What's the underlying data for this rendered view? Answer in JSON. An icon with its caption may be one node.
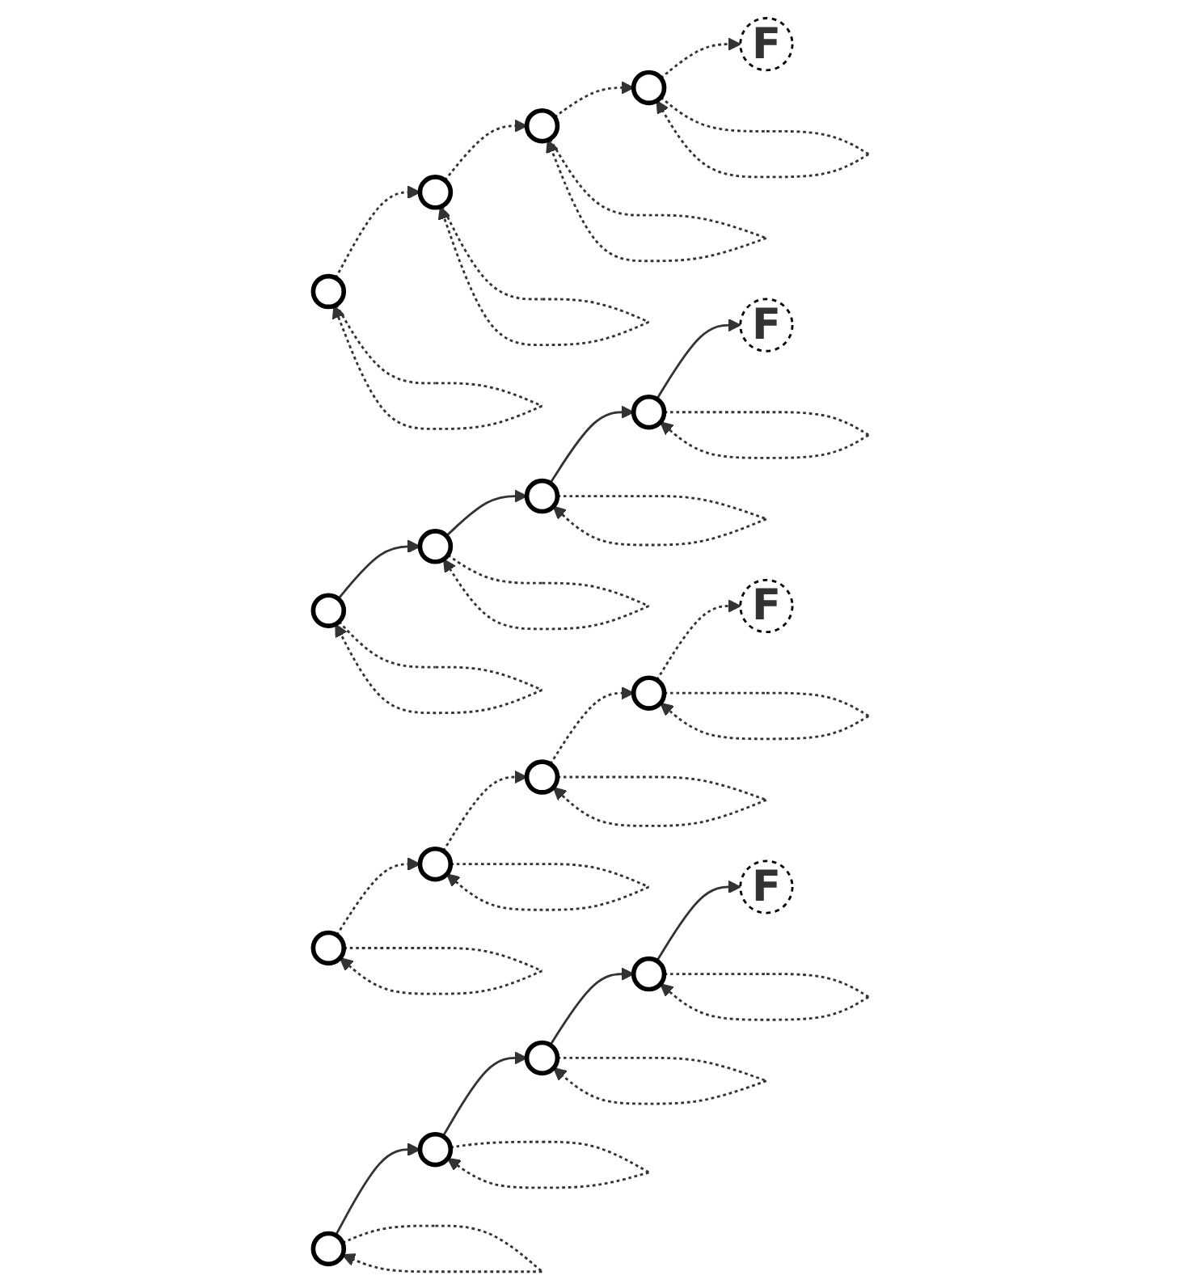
{
  "diagram": {
    "nodes": [
      {
        "text": [],
        "shape": "circle"
      },
      {
        "text": [],
        "shape": "circle"
      },
      {
        "text": [],
        "shape": "circle"
      },
      {
        "text": [],
        "shape": "circle"
      },
      {
        "text": [
          "F"
        ]
      },
      {
        "text": [],
        "shape": "circle"
      },
      {
        "text": [],
        "shape": "circle"
      },
      {
        "text": [],
        "shape": "circle"
      },
      {
        "text": [],
        "shape": "circle"
      },
      {
        "text": [
          "F"
        ]
      },
      {
        "text": [],
        "shape": "circle"
      },
      {
        "text": [],
        "shape": "circle"
      },
      {
        "text": [],
        "shape": "circle"
      },
      {
        "text": [],
        "shape": "circle"
      },
      {
        "text": [
          "F"
        ]
      },
      {
        "text": [],
        "shape": "circle"
      },
      {
        "text": [],
        "shape": "circle"
      },
      {
        "text": [],
        "shape": "circle"
      },
      {
        "text": [],
        "shape": "circle"
      },
      {
        "text": [
          "F"
        ]
      }
    ],
    "edges": [
      {
        "from": 0,
        "to": 1,
        "arrow": "to",
        "style": "dashed"
      },
      {
        "from": 1,
        "to": 2,
        "arrow": "to",
        "style": "dashed"
      },
      {
        "from": 2,
        "to": 3,
        "arrow": "to",
        "style": "dashed"
      },
      {
        "from": 3,
        "to": 4,
        "arrow": "to",
        "style": "dashed"
      },
      {
        "from": 0,
        "to": 0,
        "arrow": "to",
        "style": "dashed"
      },
      {
        "from": 1,
        "to": 1,
        "arrow": "to",
        "style": "dashed"
      },
      {
        "from": 2,
        "to": 2,
        "arrow": "to",
        "style": "dashed"
      },
      {
        "from": 3,
        "to": 3,
        "arrow": "to",
        "style": "dashed"
      },
      {
        "from": 5,
        "to": 6,
        "arrow": "to"
      },
      {
        "from": 6,
        "to": 7,
        "arrow": "to"
      },
      {
        "from": 7,
        "to": 8,
        "arrow": "to"
      },
      {
        "from": 8,
        "to": 9,
        "arrow": "to"
      },
      {
        "from": 5,
        "to": 5,
        "arrow": "to",
        "style": "dashed"
      },
      {
        "from": 6,
        "to": 6,
        "arrow": "to",
        "style": "dashed"
      },
      {
        "from": 7,
        "to": 7,
        "arrow": "to",
        "style": "dashed"
      },
      {
        "from": 8,
        "to": 8,
        "arrow": "to",
        "style": "dashed"
      },
      {
        "from": 10,
        "to": 11,
        "arrow": "to",
        "style": "dashed"
      },
      {
        "from": 11,
        "to": 12,
        "arrow": "to",
        "style": "dashed"
      },
      {
        "from": 12,
        "to": 13,
        "arrow": "to",
        "style": "dashed"
      },
      {
        "from": 13,
        "to": 14,
        "arrow": "to",
        "style": "dashed"
      },
      {
        "from": 10,
        "to": 10,
        "arrow": "to",
        "style": "dashed"
      },
      {
        "from": 11,
        "to": 11,
        "arrow": "to",
        "style": "dashed"
      },
      {
        "from": 12,
        "to": 12,
        "arrow": "to",
        "style": "dashed"
      },
      {
        "from": 13,
        "to": 13,
        "arrow": "to",
        "style": "dashed"
      },
      {
        "from": 15,
        "to": 16,
        "arrow": "to"
      },
      {
        "from": 16,
        "to": 17,
        "arrow": "to"
      },
      {
        "from": 17,
        "to": 18,
        "arrow": "to"
      },
      {
        "from": 18,
        "to": 19,
        "arrow": "to"
      },
      {
        "from": 15,
        "to": 15,
        "arrow": "to",
        "style": "dashed"
      },
      {
        "from": 16,
        "to": 16,
        "arrow": "to",
        "style": "dashed"
      },
      {
        "from": 17,
        "to": 17,
        "arrow": "to",
        "style": "dashed"
      },
      {
        "from": 18,
        "to": 18,
        "arrow": "to",
        "style": "dashed"
      }
    ]
  }
}
